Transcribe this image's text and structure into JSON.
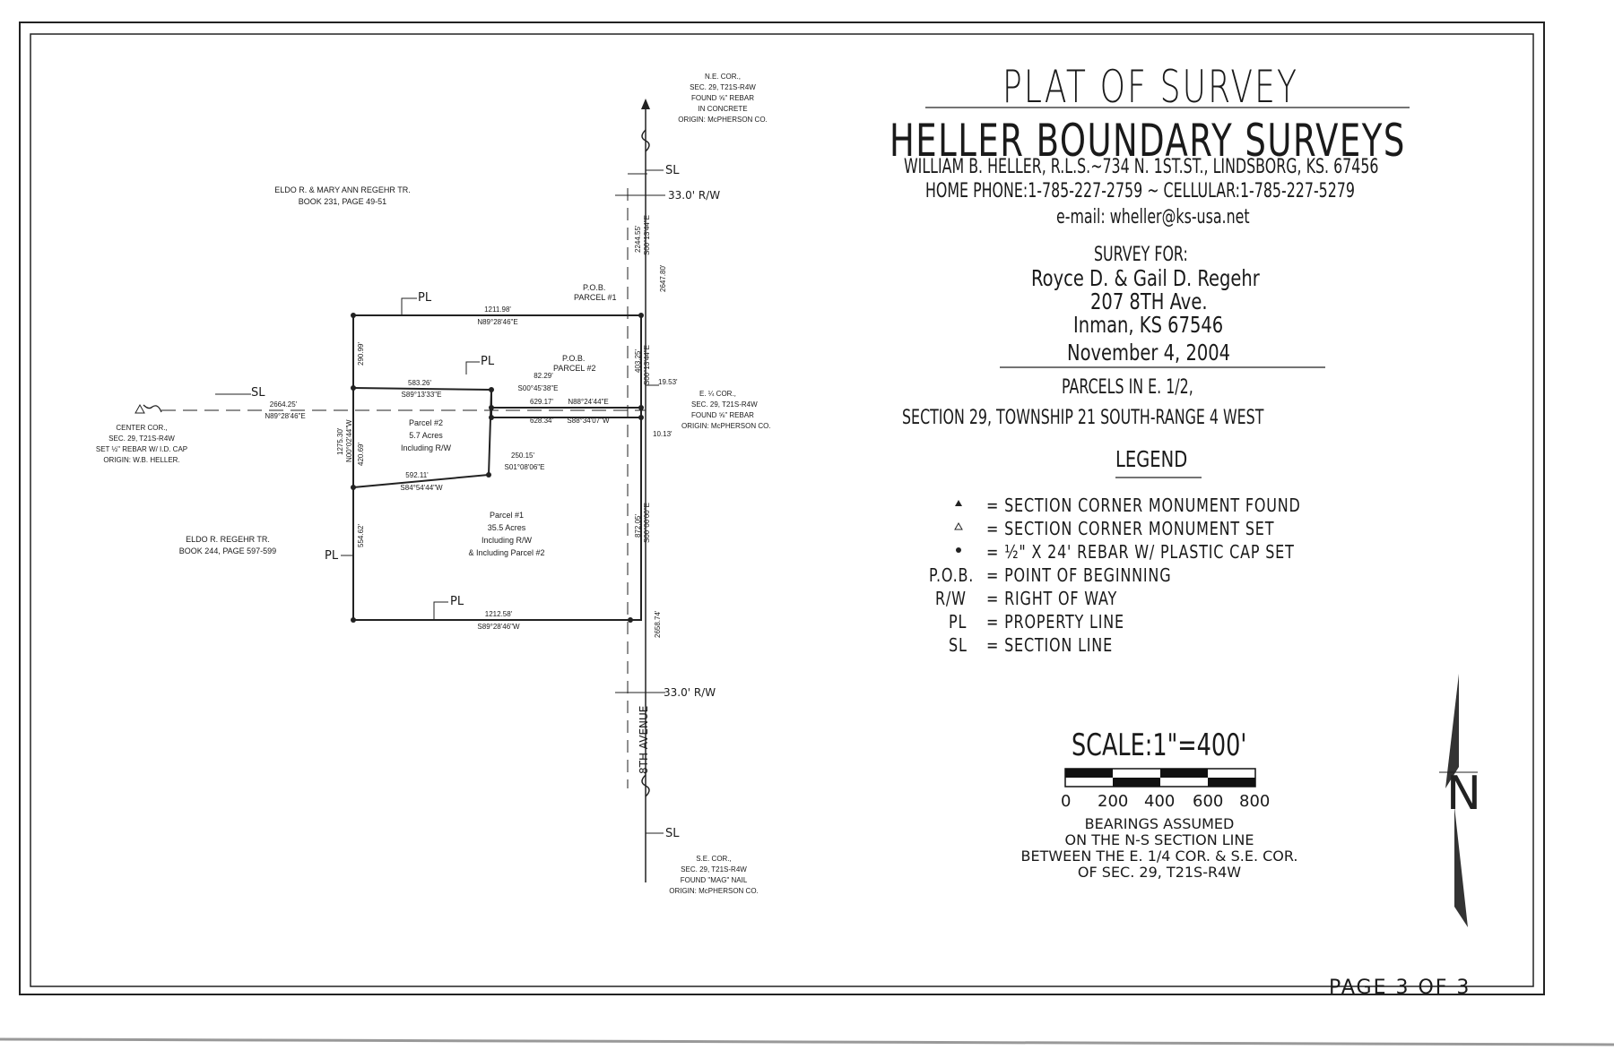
{
  "title_block": {
    "title": "PLAT OF SURVEY",
    "firm": "HELLER BOUNDARY SURVEYS",
    "address_line": "WILLIAM B. HELLER, R.L.S.~734 N. 1ST.ST., LINDSBORG, KS. 67456",
    "phone_line": "HOME PHONE:1-785-227-2759 ~ CELLULAR:1-785-227-5279",
    "email_line": "e-mail: wheller@ks-usa.net",
    "survey_for_label": "SURVEY FOR:",
    "client_name": "Royce D. & Gail D. Regehr",
    "client_street": "207 8TH Ave.",
    "client_city": "Inman, KS 67546",
    "date": "November 4, 2004",
    "parcels_line": "PARCELS IN E. 1/2,",
    "section_line": "SECTION 29, TOWNSHIP 21 SOUTH-RANGE 4 WEST"
  },
  "legend": {
    "heading": "LEGEND",
    "items": [
      {
        "symbol": "▲",
        "text": "= SECTION CORNER MONUMENT FOUND"
      },
      {
        "symbol": "△",
        "text": "= SECTION CORNER MONUMENT SET"
      },
      {
        "symbol": "•",
        "text": "= ½\" X 24' REBAR W/ PLASTIC CAP SET"
      },
      {
        "symbol": "P.O.B.",
        "text": "= POINT OF BEGINNING"
      },
      {
        "symbol": "R/W",
        "text": "= RIGHT OF WAY"
      },
      {
        "symbol": "PL",
        "text": "= PROPERTY LINE"
      },
      {
        "symbol": "SL",
        "text": "= SECTION LINE"
      }
    ]
  },
  "scale": {
    "label": "SCALE:1\"=400'",
    "ticks": [
      "0",
      "200",
      "400",
      "600",
      "800"
    ],
    "note_lines": [
      "BEARINGS ASSUMED",
      "ON THE N-S SECTION LINE",
      "BETWEEN THE E. 1/4 COR. & S.E. COR.",
      "OF SEC. 29, T21S-R4W"
    ]
  },
  "page_label": "PAGE 3 OF 3",
  "plat": {
    "ne_corner": [
      "N.E. COR.,",
      "SEC. 29, T21S-R4W",
      "FOUND ⅝\" REBAR",
      "IN CONCRETE",
      "ORIGIN: McPHERSON CO."
    ],
    "e_quarter_corner": [
      "E. ¼ COR.,",
      "SEC. 29, T21S-R4W",
      "FOUND ⅝\" REBAR",
      "ORIGIN: McPHERSON CO."
    ],
    "se_corner": [
      "S.E. COR.,",
      "SEC. 29, T21S-R4W",
      "FOUND \"MAG\" NAIL",
      "ORIGIN: McPHERSON CO."
    ],
    "center_corner": [
      "CENTER COR.,",
      "SEC. 29, T21S-R4W",
      "SET ½\" REBAR W/ I.D. CAP",
      "ORIGIN: W.B. HELLER."
    ],
    "north_owner": [
      "ELDO R. & MARY ANN REGEHR TR.",
      "BOOK 231, PAGE 49-51"
    ],
    "west_owner": [
      "ELDO R. REGEHR TR.",
      "BOOK 244, PAGE 597-599"
    ],
    "parcel2": [
      "Parcel #2",
      "5.7 Acres",
      "Including R/W"
    ],
    "parcel1": [
      "Parcel #1",
      "35.5 Acres",
      "Including R/W",
      "& Including Parcel #2"
    ],
    "pob1": [
      "P.O.B.",
      "PARCEL #1"
    ],
    "pob2": [
      "P.O.B.",
      "PARCEL #2"
    ],
    "rw_label": "33.0' R/W",
    "road_name": "8TH AVENUE",
    "pl": "PL",
    "sl": "SL",
    "dims": {
      "north_len": "1211.98'",
      "north_brg": "N89°28'46\"E",
      "south_len": "1212.58'",
      "south_brg": "S89°28'46\"W",
      "p2_top_len": "583.26'",
      "p2_top_brg": "S89°13'33\"E",
      "p2_bot_len": "592.11'",
      "p2_bot_brg": "S84°54'44\"W",
      "p2_jog_len": "250.15'",
      "p2_jog_brg": "S01°08'06\"E",
      "p2_stub_len": "82.29'",
      "p2_stub_brg": "S00°45'38\"E",
      "line_62917": "629.17'",
      "brg_62917": "N88°24'44\"E",
      "line_62834": "628.34'",
      "brg_62834": "S88°34'07\"W",
      "ew_len": "2664.25'",
      "ew_brg": "N89°28'46\"E",
      "d1953": "19.53'",
      "d1013": "10.13'",
      "west_upper": "290.99'",
      "west_mid": "420.69'",
      "west_total": "1275.30'",
      "west_brg": "N00°02'44\"W",
      "west_lower": "554.62'",
      "east_2244": "2244.55'",
      "east_2244_brg": "S00°13'44\"E",
      "east_2647": "2647.80'",
      "east_403": "403.25'",
      "east_403_brg": "S00°13'44\"E",
      "east_872": "872.05'",
      "east_872_brg": "S00°00'00\"E",
      "east_2658": "2658.74'"
    }
  }
}
